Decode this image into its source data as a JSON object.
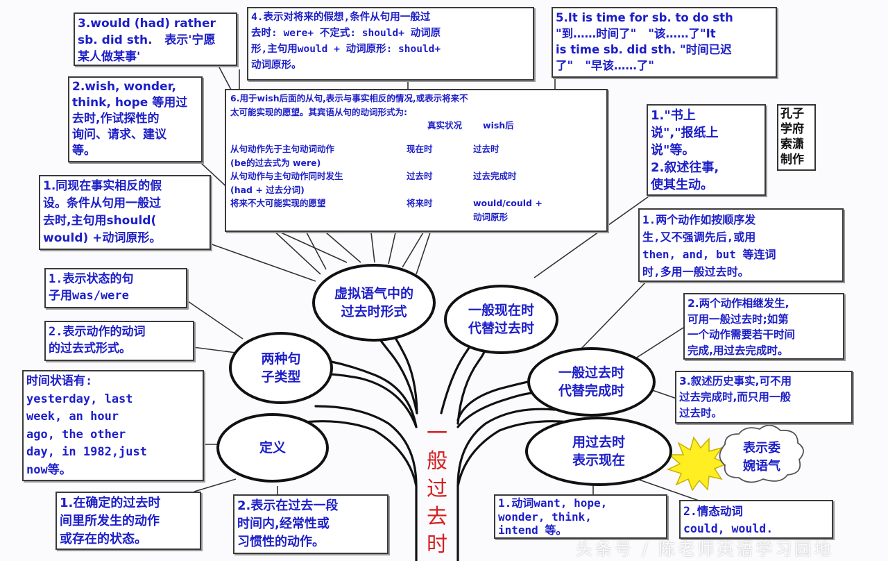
{
  "title": "一般过去时",
  "credit": "孔子\n学府\n索潇\n制作",
  "watermark": "头条号 / 陈老师英语学习园地",
  "nodes": {
    "subjunctive": "虚拟语气中的\n过去时形式",
    "present_for_past": "一般现在时\n代替过去时",
    "two_sentence_types": "两种句\n子类型",
    "past_for_perfect": "一般过去时\n代替完成时",
    "definition": "定义",
    "past_for_present": "用过去时\n表示现在"
  },
  "boxes": {
    "would_rather": "3.would (had) rather\nsb. did sth.   表示'宁愿\n某人做某事'",
    "future_hypothesis": "4.表示对将来的假想,条件从句用一般过\n去时: were+ 不定式: should+ 动词原\n形,主句用would + 动词原形: should+\n动词原形。",
    "it_is_time": "5.It is time for sb. to do sth\n\"到……时间了\"   \"该……了\"It\nis time sb. did sth. \"时间已迟\n了\"   \"早该……了\"",
    "wish_clause": {
      "intro": "6.用于wish后面的从句,表示与事实相反的情况,或表示将来不\n太可能实现的愿望。其宾语从句的动词形式为:",
      "header": [
        "",
        "真实状况",
        "wish后"
      ],
      "rows": [
        [
          "从句动作先于主句动词动作",
          "现在时",
          "过去时"
        ],
        [
          "(be的过去式为 were)",
          "",
          ""
        ],
        [
          "从句动作与主句动作同时发生",
          "过去时",
          "过去完成时"
        ],
        [
          "(had + 过去分词)",
          "",
          ""
        ],
        [
          "将来不大可能实现的愿望",
          "将来时",
          "would/could +\n动词原形"
        ]
      ]
    },
    "wish_wonder": "2.wish, wonder,\nthink, hope 等用过\n去时,作试探性的\n询问、请求、建议\n等。",
    "contrary_present": "1.同现在事实相反的假\n设。条件从句用一般过\n去时,主句用should(\nwould) +动词原形。",
    "state_sentence": "1.表示状态的句\n子用was/were",
    "action_verb": "2.表示动作的动词\n的过去式形式。",
    "time_adverbials": "时间状语有:\nyesterday, last\nweek, an hour\nago, the other\nday, in 1982,just\nnow等。",
    "definite_past": "1.在确定的过去时\n间里所发生的动作\n或存在的状态。",
    "habitual_past": "2.表示在过去一段\n时间内,经常性或\n习惯性的动作。",
    "book_says": "1.\"书上\n说\",\"报纸上\n说\"等。\n2.叙述往事,\n使其生动。",
    "sequence_actions": "1.两个动作如按顺序发\n生,又不强调先后,或用\nthen, and, but 等连词\n时,多用一般过去时。",
    "successive_actions": "2.两个动作相继发生,\n可用一般过去时;如第\n一个动作需要若干时间\n完成,用过去完成时。",
    "history_facts": "3.叙述历史事实,可不用\n过去完成时,而只用一般\n过去时。",
    "verbs_want": "1.动词want, hope,\nwonder, think,\nintend 等。",
    "modal_verbs": "2.情态动词\ncould, would."
  },
  "cloud": "表示委\n婉语气",
  "colors": {
    "text_blue": "#1c1ec8",
    "title_red": "#d42020",
    "burst_yellow": "#ffee22",
    "line": "#111111"
  }
}
